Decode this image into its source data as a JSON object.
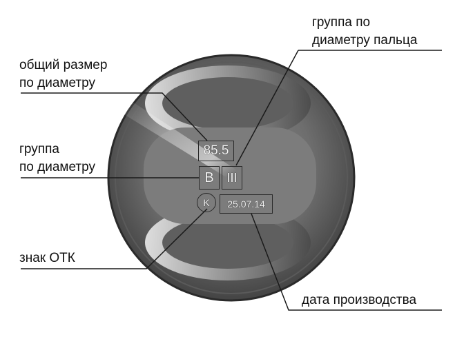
{
  "labels": {
    "pin_group": [
      "группа по",
      "диаметру пальца"
    ],
    "overall_size": [
      "общий размер",
      "по диаметру"
    ],
    "diameter_group": [
      "группа",
      "по диаметру"
    ],
    "otk_mark": "знак ОТК",
    "production_date": "дата производства"
  },
  "stamps": {
    "size": "85.5",
    "diameter_group": "B",
    "pin_group": "III",
    "otk_symbol": "K",
    "date": "25.07.14"
  },
  "colors": {
    "piston_dark": "#3a3a3a",
    "piston_light": "#d9d9d9",
    "line": "#1a1a1a"
  }
}
